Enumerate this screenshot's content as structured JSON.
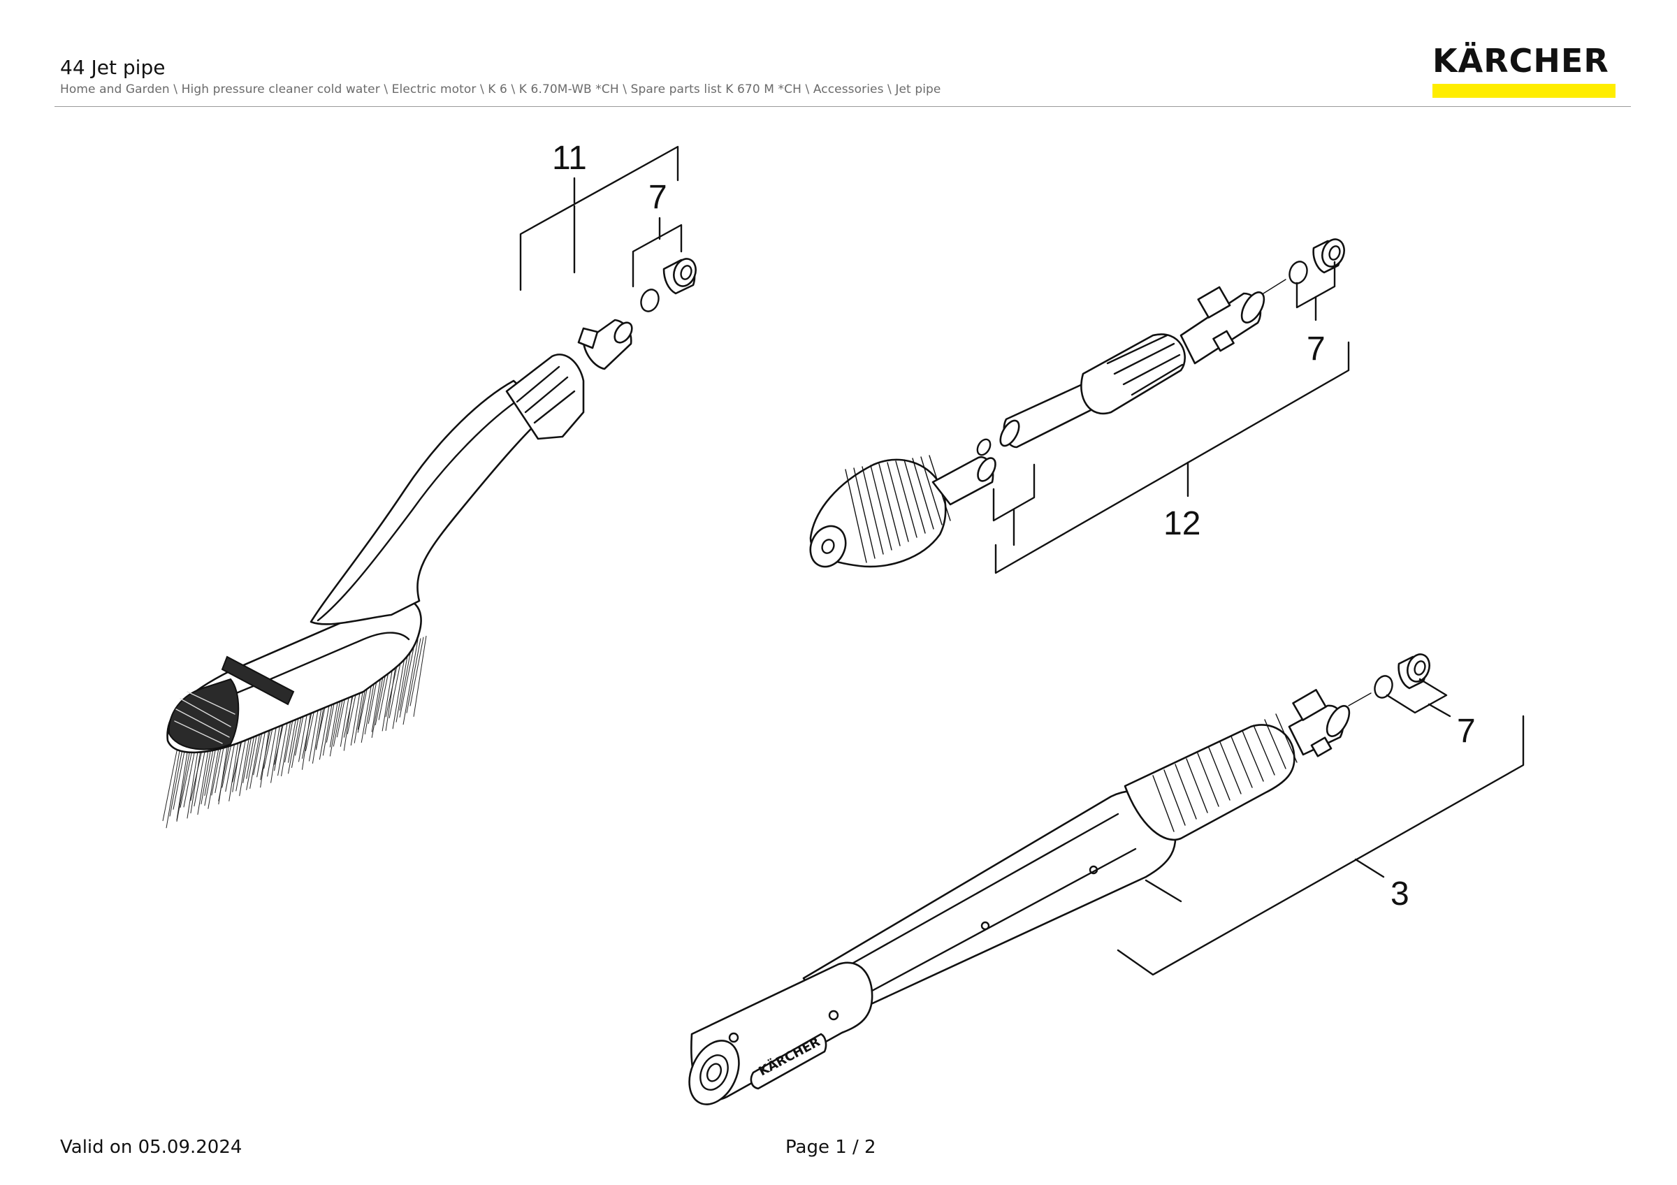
{
  "header": {
    "title": "44 Jet pipe",
    "breadcrumb": "Home and Garden \\ High pressure cleaner cold water \\ Electric motor \\ K 6 \\ K 6.70M-WB *CH \\ Spare parts list K 670 M *CH \\ Accessories \\ Jet pipe",
    "logo_text": "KÄRCHER",
    "logo_bar_color": "#ffed00"
  },
  "diagram": {
    "callouts": {
      "brush_assembly": "11",
      "brush_nipple": "7",
      "rotor_nozzle_assembly": "12",
      "rotor_nipple": "7",
      "spray_lance_assembly": "3",
      "lance_nipple": "7"
    },
    "lance_branding": "KÄRCHER"
  },
  "footer": {
    "valid": "Valid on 05.09.2024",
    "page": "Page 1 / 2"
  }
}
